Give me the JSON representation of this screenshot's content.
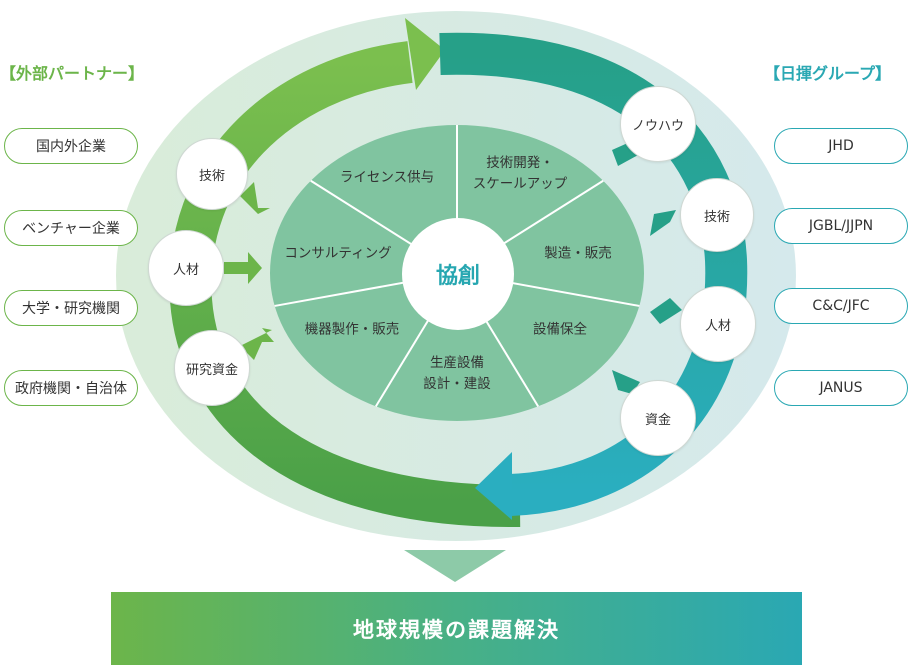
{
  "left_group": {
    "title": "【外部パートナー】",
    "items": [
      "国内外企業",
      "ベンチャー企業",
      "大学・研究機関",
      "政府機関・自治体"
    ]
  },
  "right_group": {
    "title": "【日揮グループ】",
    "items": [
      "JHD",
      "JGBL/JJPN",
      "C&C/JFC",
      "JANUS"
    ]
  },
  "left_flows": [
    "技術",
    "人材",
    "研究資金"
  ],
  "right_flows": [
    "ノウハウ",
    "技術",
    "人材",
    "資金"
  ],
  "center": "協創",
  "segments": [
    "ライセンス供与",
    "技術開発・\nスケールアップ",
    "製造・販売",
    "設備保全",
    "生産設備\n設計・建設",
    "機器製作・販売",
    "コンサルティング"
  ],
  "result": "地球規模の課題解決",
  "colors": {
    "green": "#6cb54a",
    "teal": "#2aa8b3",
    "segment_fill": "#80c4a0",
    "halo": "#dcebe2"
  }
}
